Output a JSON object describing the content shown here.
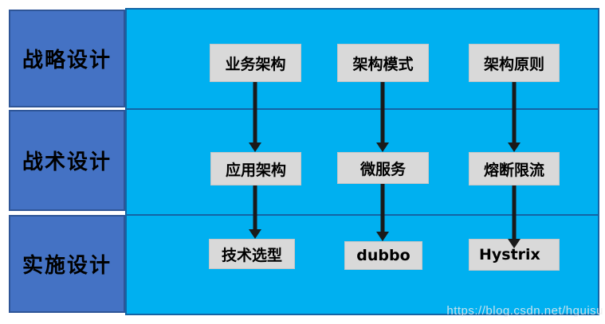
{
  "diagram": {
    "sidebar": {
      "rows": [
        {
          "label": "战略设计"
        },
        {
          "label": "战术设计"
        },
        {
          "label": "实施设计"
        }
      ]
    },
    "columns": [
      {
        "nodes": [
          "业务架构",
          "应用架构",
          "技术选型"
        ]
      },
      {
        "nodes": [
          "架构模式",
          "微服务",
          "dubbo"
        ]
      },
      {
        "nodes": [
          "架构原则",
          "熔断限流",
          "Hystrix"
        ]
      }
    ],
    "watermark": "https://blog.csdn.net/hguisu",
    "colors": {
      "sidebar_fill": "#4472C4",
      "sidebar_border": "#2E5597",
      "main_fill": "#00B0F0",
      "divider": "#1464A5",
      "node_fill": "#D9D9D9",
      "arrow": "#1A1A1A"
    }
  }
}
